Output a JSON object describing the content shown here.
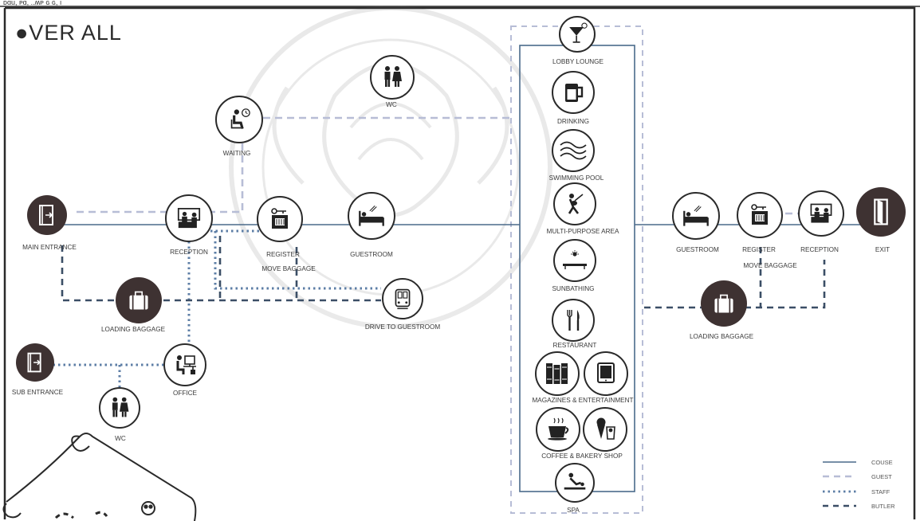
{
  "title": "●VER ALL",
  "top_fragment": "ᴅɑu, ᴘɑ, ..ʍᴘ ɢ ɢ, ı",
  "colors": {
    "course": "#4a6a8a",
    "guest": "#b7bdd6",
    "staff": "#5d7ea6",
    "butler": "#3b4e66",
    "dark_node": "#3e3232"
  },
  "nodes": {
    "main_entrance": {
      "label": "MAIN ENTRANCE",
      "icon": "door-exit-icon"
    },
    "reception_left": {
      "label": "RECEPTION",
      "icon": "reception-desk-icon"
    },
    "waiting": {
      "label": "WAITING",
      "icon": "waiting-chair-icon"
    },
    "wc_top": {
      "label": "WC",
      "icon": "restroom-icon"
    },
    "register_left": {
      "label1": "REGISTER",
      "label2": "MOVE BAGGAGE",
      "icon": "key-card-icon"
    },
    "guestroom_left": {
      "label": "GUESTROOM",
      "icon": "bed-icon"
    },
    "drive": {
      "label": "DRIVE TO GUESTROOM",
      "icon": "tram-icon"
    },
    "loading_left": {
      "label": "LOADING BAGGAGE",
      "icon": "suitcase-icon"
    },
    "sub_entrance": {
      "label": "SUB ENTRANCE",
      "icon": "door-exit-icon"
    },
    "office": {
      "label": "OFFICE",
      "icon": "desk-worker-icon"
    },
    "wc_bottom": {
      "label": "WC",
      "icon": "restroom-icon"
    },
    "lobby_lounge": {
      "label": "LOBBY LOUNGE",
      "icon": "cocktail-icon"
    },
    "drinking": {
      "label": "DRINKING",
      "icon": "beer-mug-icon"
    },
    "swimming_pool": {
      "label": "SWIMMING POOL",
      "icon": "waves-icon"
    },
    "multi_purpose": {
      "label": "MULTI-PURPOSE AREA",
      "icon": "guitar-player-icon"
    },
    "sunbathing": {
      "label": "SUNBATHING",
      "icon": "sunbed-icon"
    },
    "restaurant": {
      "label": "RESTAURANT",
      "icon": "fork-knife-icon"
    },
    "magazines": {
      "label": "MAGAZINES & ENTERTAINMENT",
      "icon": "books-icon",
      "icon2": "tablet-icon"
    },
    "coffee": {
      "label": "COFFEE & BAKERY SHOP",
      "icon": "coffee-cup-icon",
      "icon2": "ice-cream-icon"
    },
    "spa": {
      "label": "SPA",
      "icon": "massage-icon"
    },
    "guestroom_right": {
      "label": "GUESTROOM",
      "icon": "bed-icon"
    },
    "register_right": {
      "label1": "REGISTER",
      "label2": "MOVE BAGGAGE",
      "icon": "key-card-icon"
    },
    "reception_right": {
      "label": "RECEPTION",
      "icon": "reception-desk-icon"
    },
    "exit": {
      "label": "EXIT",
      "icon": "exit-door-icon"
    },
    "loading_right": {
      "label": "LOADING BAGGAGE",
      "icon": "suitcase-icon"
    }
  },
  "legend": {
    "course": "COUSE",
    "guest": "GUEST",
    "staff": "STAFF",
    "butler": "BUTLER"
  }
}
